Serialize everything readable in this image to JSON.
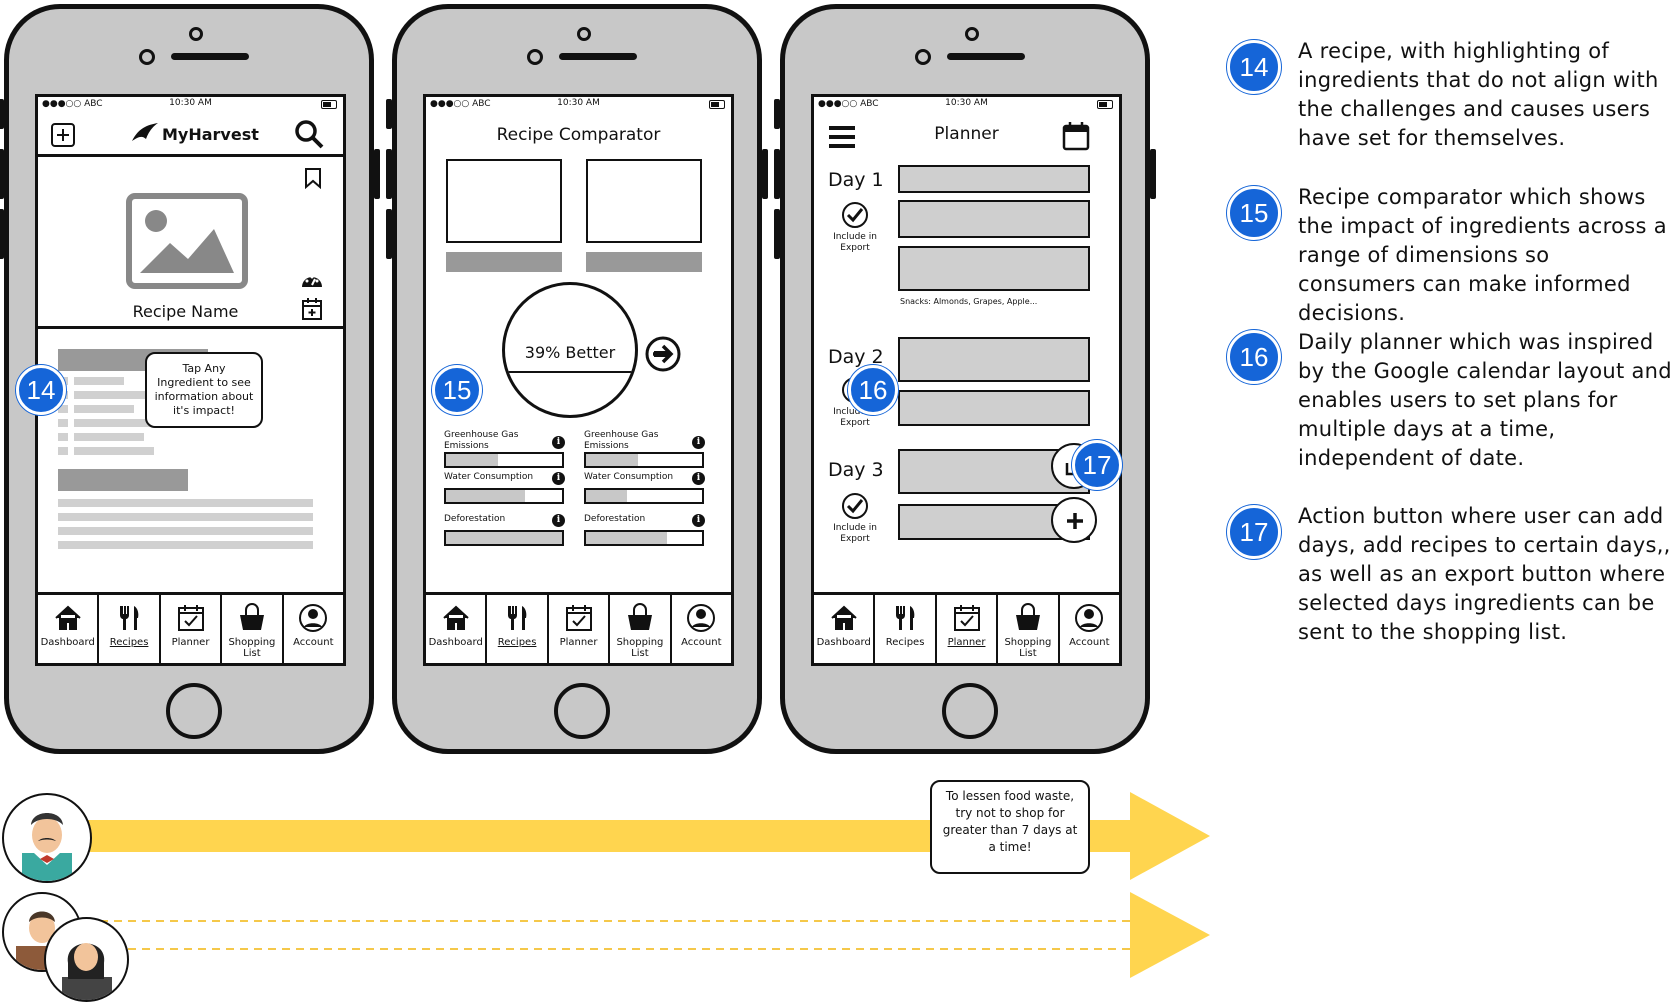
{
  "colors": {
    "badge": "#1565d8",
    "arrow": "#ffd54f",
    "dashed": "#f5c84a"
  },
  "status_bar": {
    "carrier": "●●●○○ ABC",
    "time": "10:30 AM"
  },
  "tabs": {
    "dashboard": "Dashboard",
    "recipes": "Recipes",
    "planner": "Planner",
    "shopping": "Shopping List",
    "account": "Account"
  },
  "phone1": {
    "app_name": "MyHarvest",
    "recipe_name": "Recipe Name",
    "tooltip": "Tap Any Ingredient to see information about it's impact!",
    "active_tab": "recipes"
  },
  "phone2": {
    "title": "Recipe Comparator",
    "score": "39% Better",
    "metrics": [
      {
        "label": "Greenhouse Gas Emissions",
        "left": 0.45,
        "right": 0.45
      },
      {
        "label": "Water Consumption",
        "left": 0.68,
        "right": 0.35
      },
      {
        "label": "Deforestation",
        "left": 1.0,
        "right": 0.7
      }
    ],
    "active_tab": "recipes"
  },
  "phone3": {
    "title": "Planner",
    "days": [
      "Day 1",
      "Day 2",
      "Day 3"
    ],
    "include_label": "Include in Export",
    "snacks": "Snacks: Almonds, Grapes, Apple...",
    "active_tab": "planner"
  },
  "badges": {
    "b14": "14",
    "b15": "15",
    "b16": "16",
    "b17": "17"
  },
  "notes": {
    "n14": "A recipe, with highlighting of ingredients that do not align with the challenges and causes users have set for themselves.",
    "n15": "Recipe comparator which shows the impact of ingredients across a range of dimensions so consumers can make informed decisions.",
    "n16": "Daily planner which was inspired by the Google calendar layout and enables users to set plans for multiple days at a time, independent of date.",
    "n17": "Action button where user can add days, add recipes to certain days,, as well as an export button where selected days ingredients can be sent to the shopping list."
  },
  "timeline_bubble": "To lessen food waste, try not to shop for greater than 7 days at a time!"
}
